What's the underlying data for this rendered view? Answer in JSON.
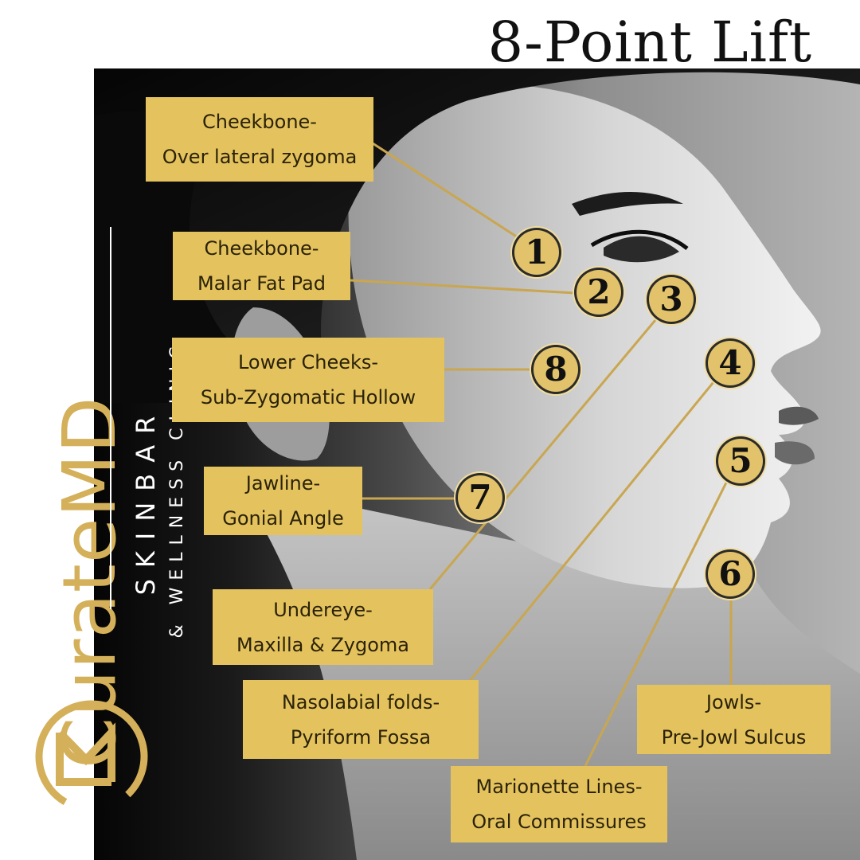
{
  "title": "8-Point Lift",
  "brand": {
    "name": "CurateMD",
    "line1": "SKINBAR",
    "line2": "& WELLNESS CLINIC",
    "logo_icon": "cm-monogram-icon"
  },
  "points": [
    {
      "number": "1",
      "line1": "Cheekbone-",
      "line2": "Over lateral zygoma"
    },
    {
      "number": "2",
      "line1": "Cheekbone-",
      "line2": "Malar Fat Pad"
    },
    {
      "number": "3",
      "line1": "Undereye-",
      "line2": "Maxilla & Zygoma"
    },
    {
      "number": "4",
      "line1": "Nasolabial folds-",
      "line2": "Pyriform Fossa"
    },
    {
      "number": "5",
      "line1": "Marionette Lines-",
      "line2": "Oral Commissures"
    },
    {
      "number": "6",
      "line1": "Jowls-",
      "line2": "Pre-Jowl Sulcus"
    },
    {
      "number": "7",
      "line1": "Jawline-",
      "line2": "Gonial Angle"
    },
    {
      "number": "8",
      "line1": "Lower Cheeks-",
      "line2": "Sub-Zygomatic Hollow"
    }
  ],
  "colors": {
    "label_bg": "#e4c35f",
    "marker_bg": "#e2c26a",
    "connector": "#c9a650",
    "brand_gold": "#d4b05a"
  }
}
